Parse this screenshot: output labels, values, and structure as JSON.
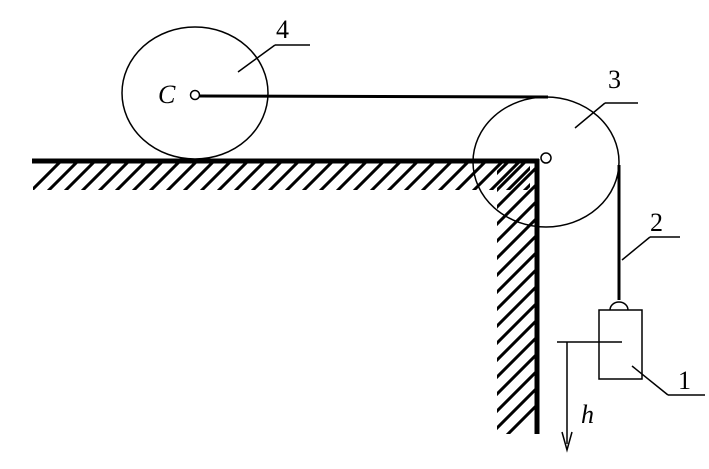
{
  "labels": {
    "body_1": "1",
    "rope_2": "2",
    "pulley_3": "3",
    "disk_4": "4",
    "center_c": "C",
    "height_h": "h"
  },
  "colors": {
    "ink": "#000000",
    "background": "#ffffff"
  }
}
